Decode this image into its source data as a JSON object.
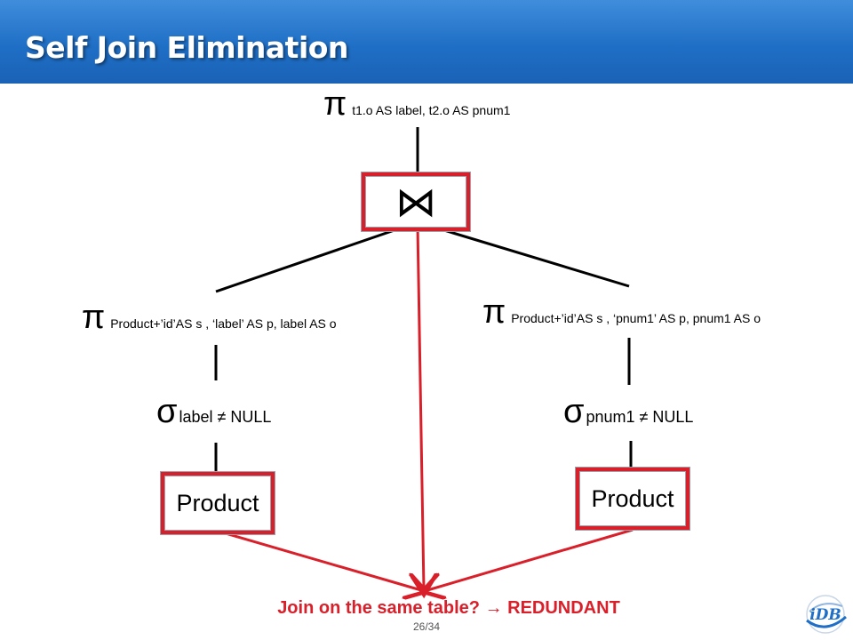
{
  "header": {
    "title": "Self Join Elimination"
  },
  "diagram": {
    "top_projection": {
      "symbol": "π",
      "subscript": "t1.o AS label, t2.o AS pnum1"
    },
    "join": {
      "symbol": "⋈"
    },
    "left_projection": {
      "symbol": "π",
      "subscript": "Product+’id’AS s , ‘label’ AS p, label AS o"
    },
    "right_projection": {
      "symbol": "π",
      "subscript": "Product+’id’AS s , ‘pnum1’ AS p, pnum1 AS o"
    },
    "left_selection": {
      "symbol": "σ",
      "subscript": "label ≠ NULL"
    },
    "right_selection": {
      "symbol": "σ",
      "subscript": "pnum1 ≠ NULL"
    },
    "left_table": "Product",
    "right_table": "Product"
  },
  "conclusion": "Join on the same table?  → REDUNDANT",
  "footer": {
    "page_number": "26/34"
  },
  "colors": {
    "header": "#1f6fc6",
    "highlight": "#d9202a"
  }
}
